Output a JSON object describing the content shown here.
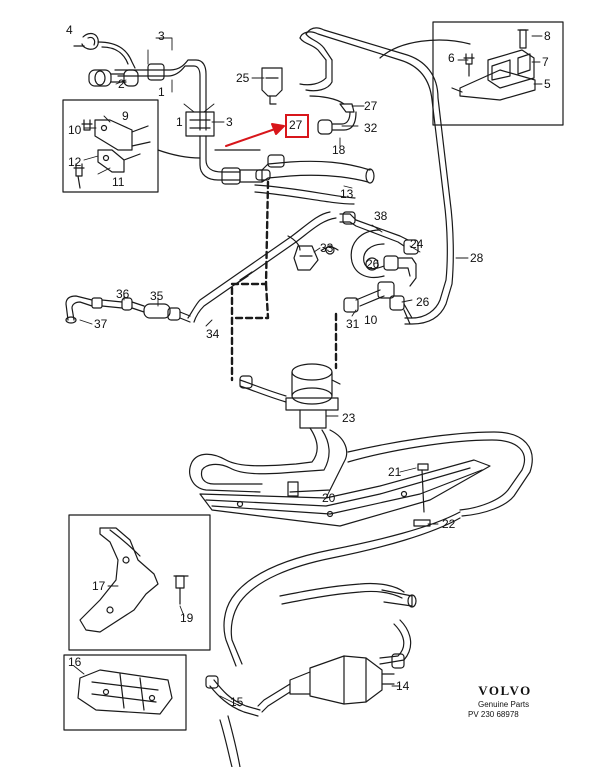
{
  "diagram": {
    "highlight_color": "#d8161b",
    "highlighted_part": "27",
    "parts": {
      "p1a": "1",
      "p2": "2",
      "p3a": "3",
      "p4": "4",
      "p1b": "1",
      "p3b": "3",
      "p5": "5",
      "p6": "6",
      "p7": "7",
      "p8": "8",
      "p9": "9",
      "p10a": "10",
      "p11": "11",
      "p12": "12",
      "p13": "13",
      "p14": "14",
      "p15": "15",
      "p16": "16",
      "p17": "17",
      "p18": "18",
      "p19": "19",
      "p20": "20",
      "p21": "21",
      "p22": "22",
      "p23": "23",
      "p24": "24",
      "p25": "25",
      "p26a": "26",
      "p26b": "26",
      "p27a": "27",
      "p27b": "27",
      "p28": "28",
      "p31": "31",
      "p10b": "10",
      "p32": "32",
      "p33": "33",
      "p34": "34",
      "p35": "35",
      "p36": "36",
      "p37": "37",
      "p38": "38"
    },
    "brand": {
      "name": "VOLVO",
      "subtitle": "Genuine Parts",
      "code": "PV 230 68978"
    }
  }
}
